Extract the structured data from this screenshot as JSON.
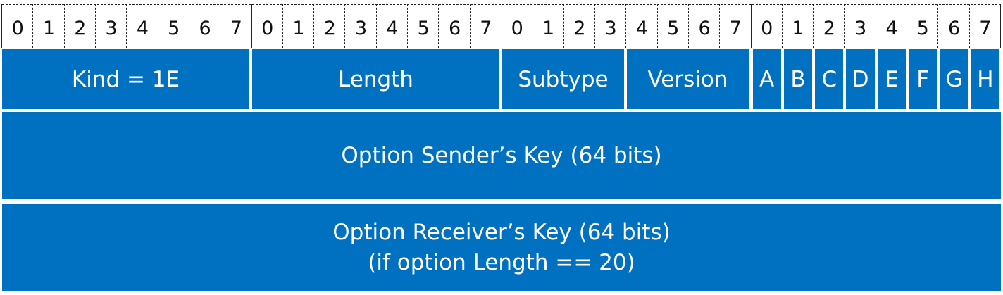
{
  "bit_labels": [
    "0",
    "1",
    "2",
    "3",
    "4",
    "5",
    "6",
    "7",
    "0",
    "1",
    "2",
    "3",
    "4",
    "5",
    "6",
    "7",
    "0",
    "1",
    "2",
    "3",
    "4",
    "5",
    "6",
    "7",
    "0",
    "1",
    "2",
    "3",
    "4",
    "5",
    "6",
    "7"
  ],
  "fields": {
    "kind": "Kind = 1E",
    "length": "Length",
    "subtype": "Subtype",
    "version": "Version",
    "flags": [
      "A",
      "B",
      "C",
      "D",
      "E",
      "F",
      "G",
      "H"
    ],
    "sender_key": "Option Sender’s Key (64 bits)",
    "receiver_key_line1": "Option Receiver’s Key (64 bits)",
    "receiver_key_line2": "(if option Length == 20)"
  },
  "colors": {
    "field_fill": "#0070c0",
    "field_text": "#ffffff",
    "tick": "#222222"
  }
}
